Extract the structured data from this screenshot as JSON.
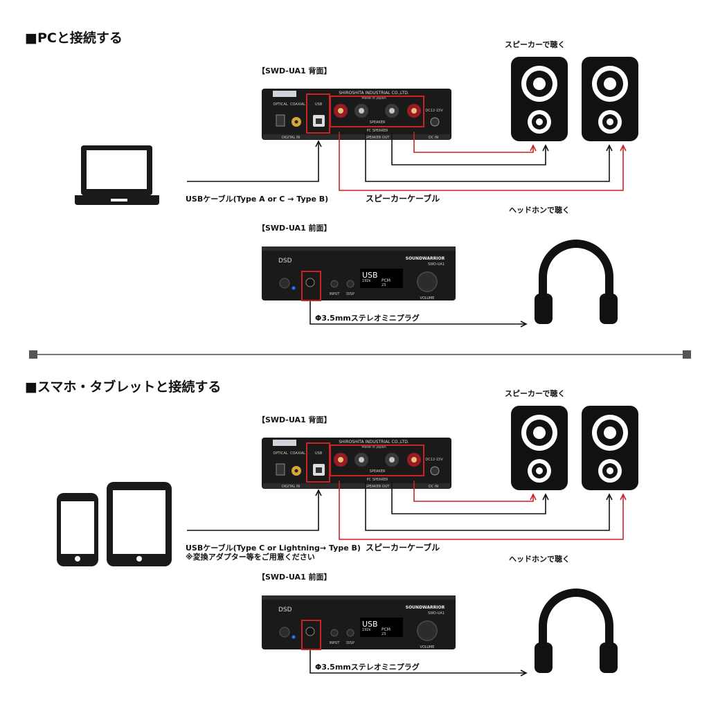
{
  "sections": [
    {
      "heading": "■PCと接続する",
      "rear_label": "【SWD-UA1 背面】",
      "front_label": "【SWD-UA1 前面】",
      "speaker_caption": "スピーカーで聴く",
      "headphone_caption": "ヘッドホンで聴く",
      "usb_cable": "USBケーブル(Type A or C → Type B)",
      "usb_note": "",
      "speaker_cable": "スピーカーケーブル",
      "plug_label": "Φ3.5mmステレオミニプラグ",
      "source_icon": "laptop-icon"
    },
    {
      "heading": "■スマホ・タブレットと接続する",
      "rear_label": "【SWD-UA1 背面】",
      "front_label": "【SWD-UA1 前面】",
      "speaker_caption": "スピーカーで聴く",
      "headphone_caption": "ヘッドホンで聴く",
      "usb_cable": "USBケーブル(Type C or Lightning→ Type B)",
      "usb_note": "※変換アダプター等をご用意ください",
      "speaker_cable": "スピーカーケーブル",
      "plug_label": "Φ3.5mmステレオミニプラグ",
      "source_icon": "phone-tablet-icon"
    }
  ],
  "rear_panel": {
    "brand": "SHIROSHITA INDUSTRIAL CO.,LTD.",
    "made_in": "Made in Japan",
    "optical": "OPTICAL",
    "coaxial": "COAXIAL",
    "usb": "USB",
    "digital_in": "DIGITAL IN",
    "speaker_out": "SPEAKER OUT",
    "speaker": "SPEAKER",
    "pc_speaker": "PC SPEAKER",
    "dc": "DC12-15V",
    "dc_in": "DC IN"
  },
  "front_panel": {
    "dsd": "DSD",
    "brand": "SOUNDWARRIOR",
    "model": "SWD-UA1",
    "display_main": "USB",
    "display_rate": "192k",
    "display_format": "PCM",
    "display_volume": "23",
    "input": "INPUT",
    "disp": "DISP",
    "volume": "VOLUME"
  },
  "colors": {
    "highlight": "#cc2222",
    "device": "#1a1a1a",
    "wire": "#111111"
  }
}
